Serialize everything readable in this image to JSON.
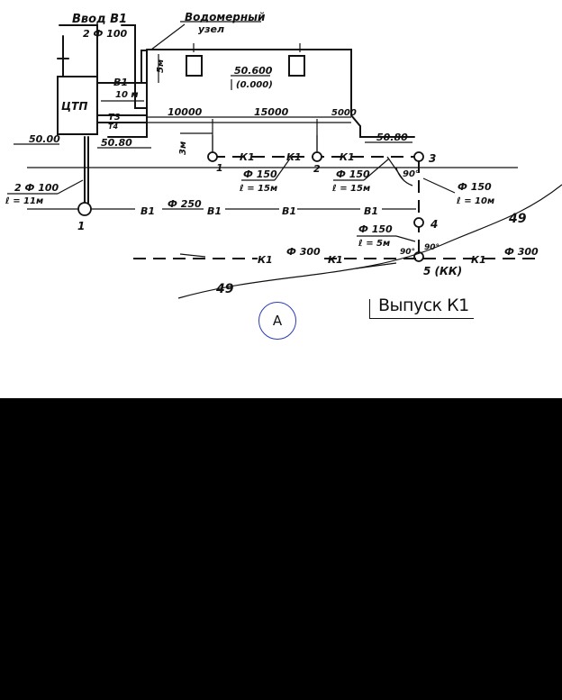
{
  "labels": {
    "inlet": "Ввод В1",
    "inlet_pipe": "2 Ф 100",
    "meter_node_1": "Водомерный",
    "meter_node_2": "узел",
    "ctp": "ЦТП",
    "dim_5m": "5м",
    "dim_10m": "10 м",
    "dim_3m": "3м",
    "dim_10000": "10000",
    "dim_15000": "15000",
    "dim_5000": "5000",
    "floor_mark": "50.600",
    "floor_zero": "(0.000)",
    "ground_left": "50.00",
    "ground_left2": "50.80",
    "ground_right": "50.80",
    "b1_tag": "В1",
    "t3_tag": "Т3",
    "t4_tag": "Т4",
    "left_pipe_1": "2 Ф 100",
    "left_pipe_2": "ℓ = 11м",
    "b1_line": "В1",
    "b1_d250": "Ф 250",
    "k1": "К1",
    "d150_1": "Ф 150",
    "l15_1": "ℓ = 15м",
    "d150_2": "Ф 150",
    "l15_2": "ℓ = 15м",
    "d150_3": "Ф 150",
    "l10": "ℓ = 10м",
    "d150_4": "Ф 150",
    "l5": "ℓ = 5м",
    "angle_90": "90°",
    "d300": "Ф 300",
    "contour_49": "49",
    "well_1": "1",
    "well_2": "2",
    "well_3": "3",
    "well_4": "4",
    "well_5": "5 (КК)",
    "node_1": "1"
  },
  "title": "Выпуск К1",
  "marker": "А"
}
